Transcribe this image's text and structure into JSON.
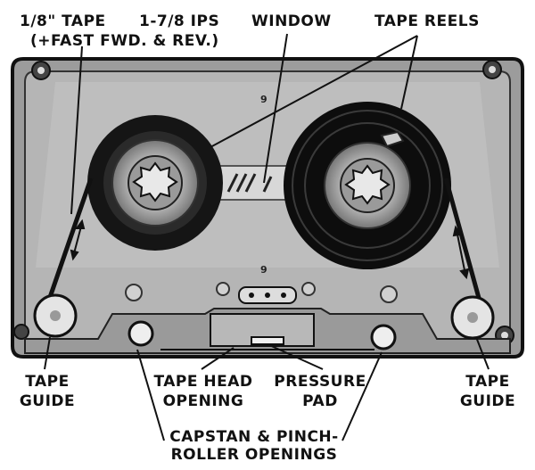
{
  "labels": {
    "tape_width": "1/8\" TAPE",
    "fast_fwd": "(+FAST FWD. & REV.)",
    "speed": "1-7/8 IPS",
    "window": "WINDOW",
    "tape_reels": "TAPE REELS",
    "tape_guide_left_1": "TAPE",
    "tape_guide_left_2": "GUIDE",
    "tape_head_1": "TAPE HEAD",
    "tape_head_2": "OPENING",
    "pressure_pad_1": "PRESSURE",
    "pressure_pad_2": "PAD",
    "tape_guide_right_1": "TAPE",
    "tape_guide_right_2": "GUIDE",
    "capstan_1": "CAPSTAN & PINCH-",
    "capstan_2": "ROLLER OPENINGS"
  },
  "cassette": {
    "mold_number_top": "9",
    "mold_number_bottom": "9"
  }
}
